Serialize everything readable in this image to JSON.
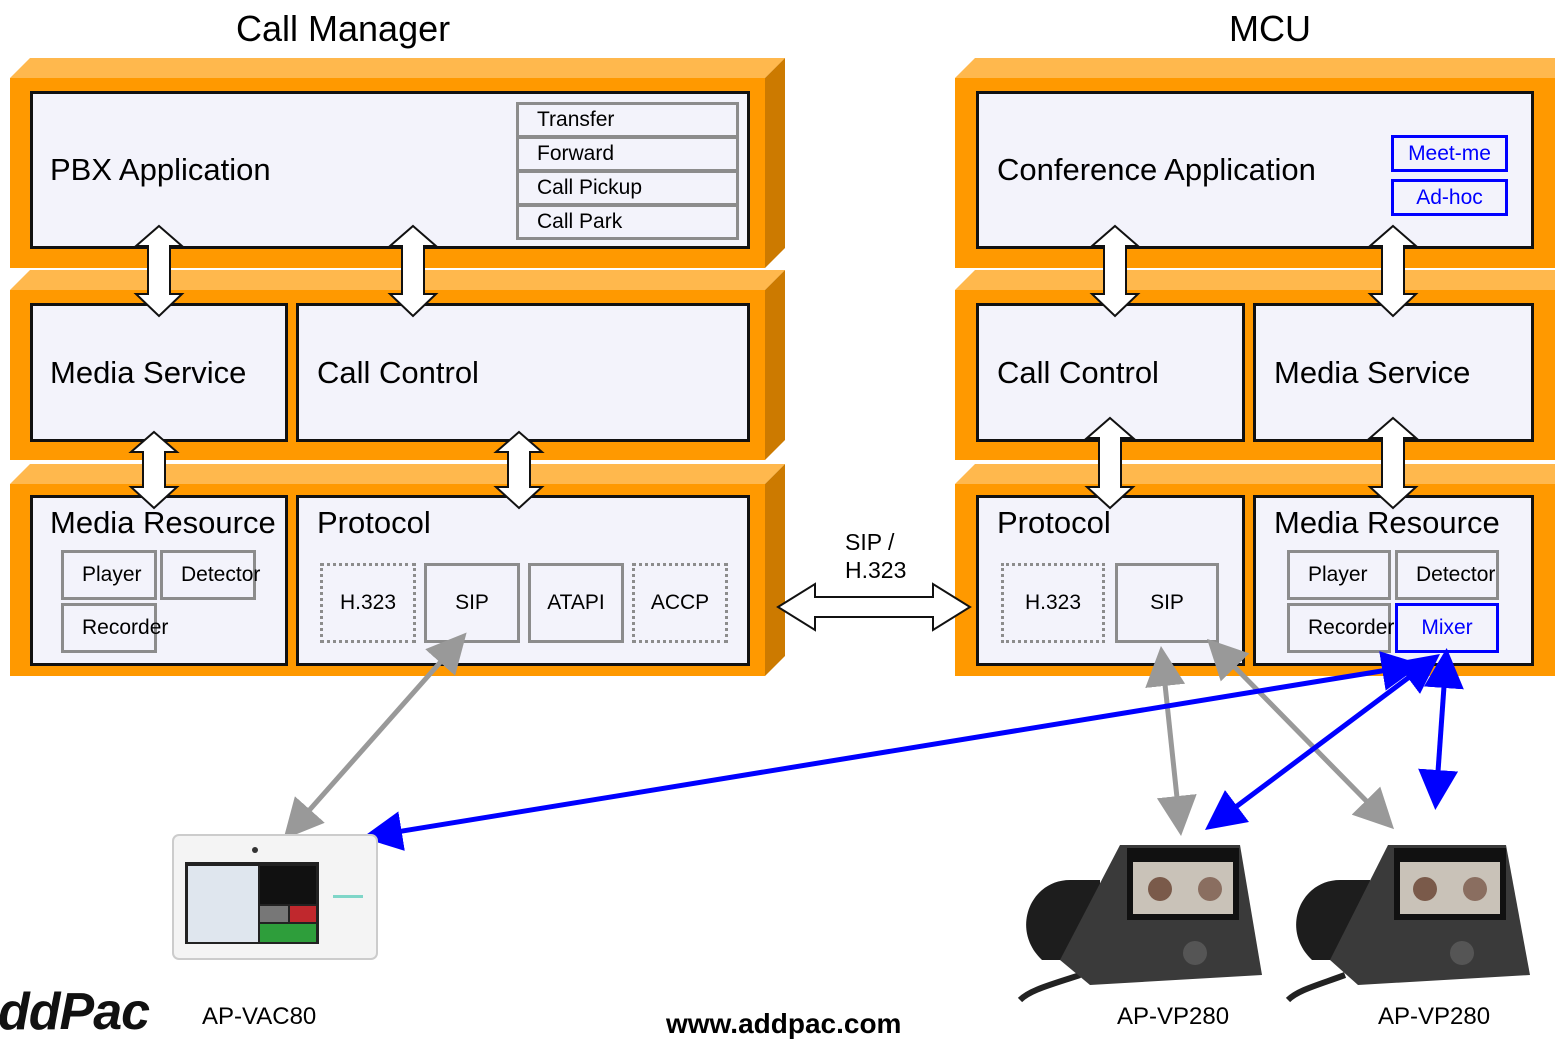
{
  "titles": {
    "left": "Call Manager",
    "right": "MCU"
  },
  "call_manager": {
    "pbx_application": "PBX Application",
    "features": [
      "Transfer",
      "Forward",
      "Call Pickup",
      "Call Park"
    ],
    "media_service": "Media Service",
    "call_control": "Call Control",
    "media_resource": "Media Resource",
    "media_resource_items": {
      "player": "Player",
      "detector": "Detector",
      "recorder": "Recorder"
    },
    "protocol": "Protocol",
    "protocol_items": {
      "h323": "H.323",
      "sip": "SIP",
      "atapi": "ATAPI",
      "accp": "ACCP"
    }
  },
  "mcu": {
    "conference_application": "Conference Application",
    "features": {
      "meet_me": "Meet-me",
      "ad_hoc": "Ad-hoc"
    },
    "call_control": "Call Control",
    "media_service": "Media Service",
    "protocol": "Protocol",
    "protocol_items": {
      "h323": "H.323",
      "sip": "SIP"
    },
    "media_resource": "Media Resource",
    "media_resource_items": {
      "player": "Player",
      "detector": "Detector",
      "recorder": "Recorder",
      "mixer": "Mixer"
    }
  },
  "link_label": {
    "line1": "SIP /",
    "line2": "H.323"
  },
  "devices": {
    "ap_vac80": "AP-VAC80",
    "ap_vp280_a": "AP-VP280",
    "ap_vp280_b": "AP-VP280"
  },
  "footer": {
    "logo": "ddPac",
    "website": "www.addpac.com"
  },
  "colors": {
    "layer": "#ff9900",
    "layer_dark": "#cc7a00",
    "panel": "#f3f3fb",
    "media_link": "#0000ff",
    "signal_link": "#999999"
  }
}
